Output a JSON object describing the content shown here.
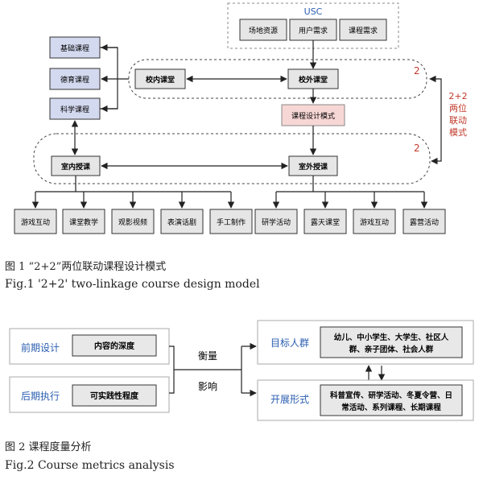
{
  "figure1": {
    "usc_label": "USC",
    "usc_items": [
      "场地资源",
      "用户需求",
      "课程需求"
    ],
    "left_courses": [
      "基础课程",
      "德育课程",
      "科学课程"
    ],
    "campus_class": "校内课堂",
    "offcampus_class": "校外课堂",
    "design_mode": "课程设计模式",
    "indoor_teaching": "室内授课",
    "outdoor_teaching": "室外授课",
    "loop_number_top": "2",
    "loop_number_bottom": "2",
    "side_label_lines": [
      "2+2",
      "两位",
      "联动",
      "模式"
    ],
    "indoor_activities": [
      "游戏互动",
      "课堂教学",
      "观影视频",
      "表演话剧",
      "手工制作"
    ],
    "outdoor_activities": [
      "研学活动",
      "露天课堂",
      "游戏互动",
      "露营活动"
    ],
    "caption_cn": "图 1 “2+2”两位联动课程设计模式",
    "caption_en": "Fig.1 '2+2' two-linkage course design model",
    "colors": {
      "box_gray": "#e6e6e6",
      "box_blue": "#d3d9ef",
      "box_pink": "#f7d7d5",
      "loop_red": "#c0392b"
    }
  },
  "figure2": {
    "early_design": "前期设计",
    "content_depth": "内容的深度",
    "late_execution": "后期执行",
    "practicality": "可实践性程度",
    "measure": "衡量",
    "influence": "影响",
    "target_group": "目标人群",
    "target_text_lines": [
      "幼儿、中小学生、大学生、社区人",
      "群、亲子团体、社会人群"
    ],
    "form": "开展形式",
    "form_text_lines": [
      "科普宣传、研学活动、冬夏令营、日",
      "常活动、系列课程、长期课程"
    ],
    "caption_cn": "图 2 课程度量分析",
    "caption_en": "Fig.2 Course metrics analysis",
    "colors": {
      "title_blue": "#2a5db0",
      "inner_box": "#e8e8e8"
    }
  }
}
